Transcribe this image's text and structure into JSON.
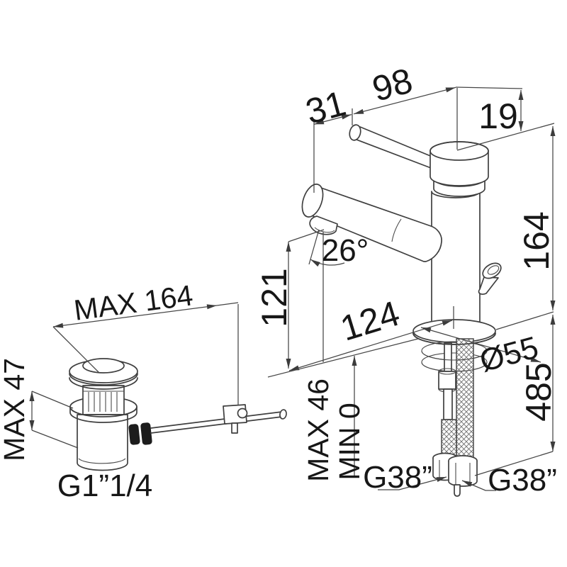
{
  "drawing": {
    "subject": "Dimensioned technical drawing of a single-lever basin mixer faucet with pop-up waste drain and flexible supply hoses",
    "background": "#ffffff",
    "line_color": "#3f3f3f",
    "text_color": "#171717",
    "dimensions": {
      "spout_tip_offset": "31",
      "lever_length": "98",
      "lever_rise": "19",
      "total_height": "164",
      "spout_angle": "26°",
      "spout_outlet_height": "121",
      "spout_reach": "124",
      "base_diameter": "Ø55",
      "hose_length": "485",
      "rod_length_max": "MAX 164",
      "waste_height_max": "MAX 47",
      "deck_thickness_max": "MAX 46",
      "deck_thickness_min": "MIN 0",
      "waste_thread": "G1”1/4",
      "hose_thread_left": "G38”",
      "hose_thread_right": "G38”"
    }
  }
}
